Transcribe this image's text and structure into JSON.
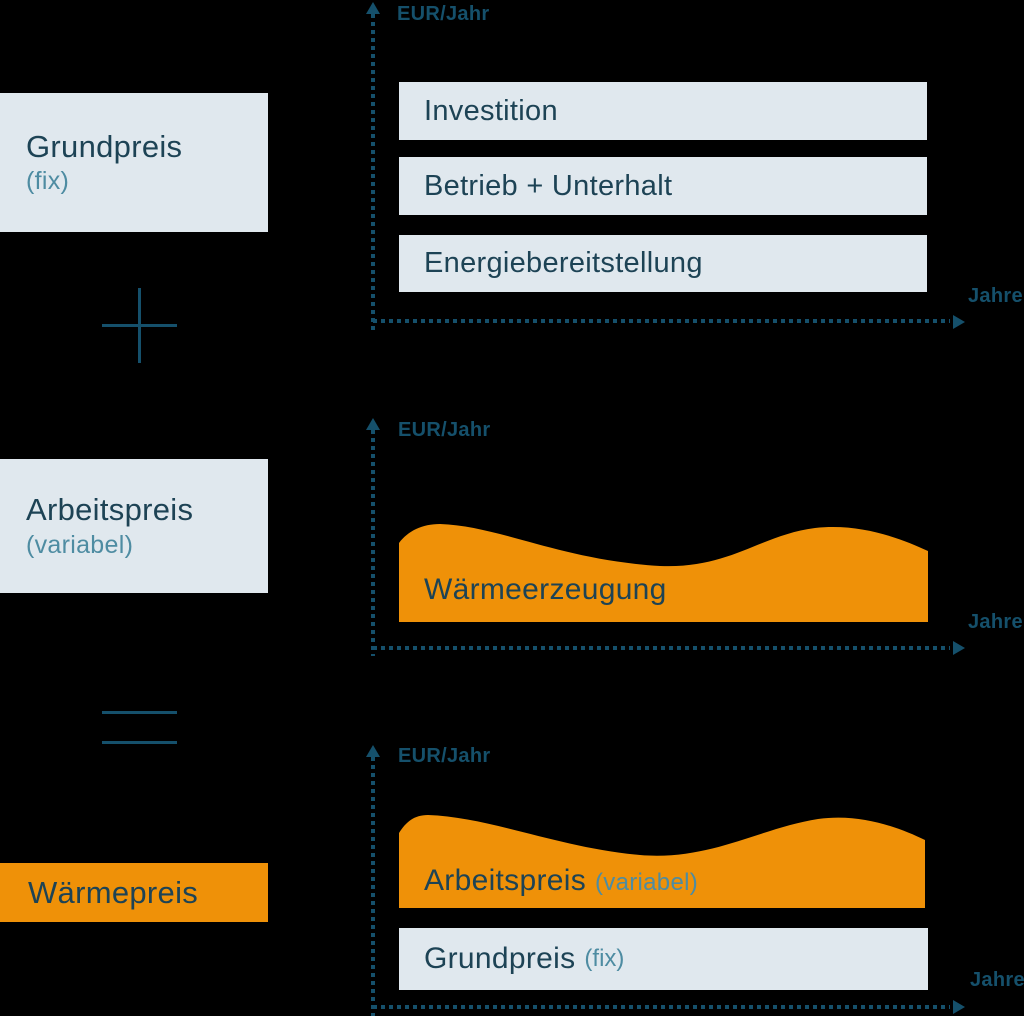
{
  "colors": {
    "background": "#000000",
    "orange": "#EF9108",
    "panel": "#E0E8EE",
    "text_dark": "#1D4355",
    "text_teal": "#4E8CA2",
    "axis": "#15506B"
  },
  "left_column": {
    "grundpreis": {
      "label": "Grundpreis",
      "sub": "(fix)"
    },
    "plus_sign": "+",
    "arbeitspreis": {
      "label": "Arbeitspreis",
      "sub": "(variabel)"
    },
    "equals_sign": "=",
    "waermepreis": {
      "label": "Wärmepreis"
    }
  },
  "charts": [
    {
      "y_axis_label": "EUR/Jahr",
      "x_axis_label": "Jahre",
      "stack": [
        "Investition",
        "Betrieb + Unterhalt",
        "Energiebereitstellung"
      ]
    },
    {
      "y_axis_label": "EUR/Jahr",
      "x_axis_label": "Jahre",
      "area_label": "Wärmeerzeugung"
    },
    {
      "y_axis_label": "EUR/Jahr",
      "x_axis_label": "Jahre",
      "area_label": "Arbeitspreis",
      "area_sub_label": "(variabel)",
      "base_label": "Grundpreis",
      "base_sub_label": "(fix)"
    }
  ]
}
